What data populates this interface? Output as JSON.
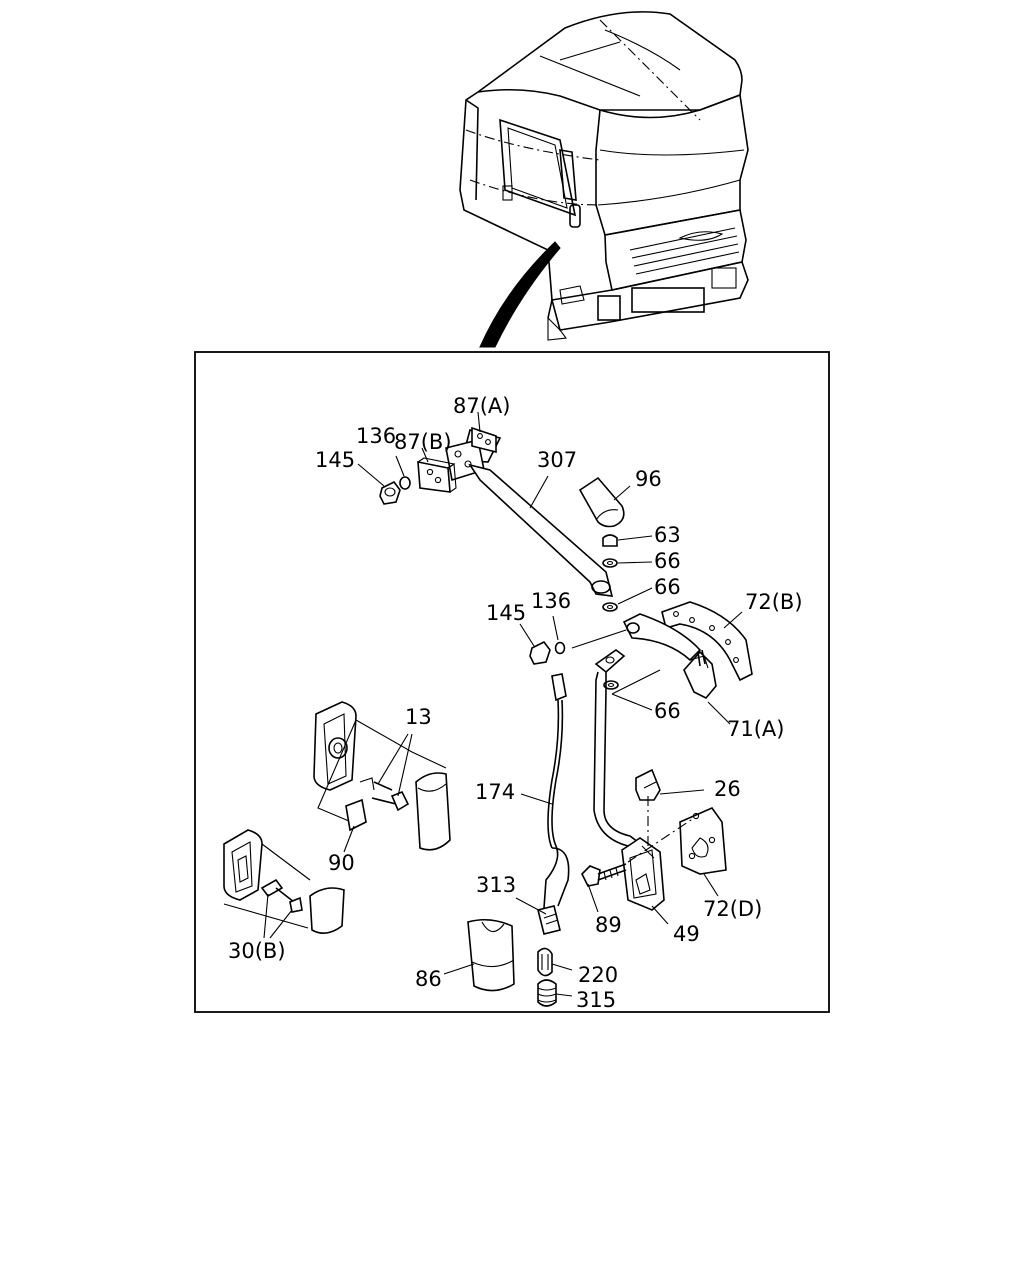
{
  "callouts": {
    "c87a": "87(A)",
    "c87b": "87(B)",
    "c136_top": "136",
    "c145_top": "145",
    "c307": "307",
    "c96": "96",
    "c63": "63",
    "c66_a": "66",
    "c66_b": "66",
    "c72b": "72(B)",
    "c145_mid": "145",
    "c136_mid": "136",
    "c66_c": "66",
    "c71a": "71(A)",
    "c13": "13",
    "c26": "26",
    "c174": "174",
    "c90": "90",
    "c313": "313",
    "c89": "89",
    "c49": "49",
    "c72d": "72(D)",
    "c30b": "30(B)",
    "c220": "220",
    "c86": "86",
    "c315": "315"
  }
}
